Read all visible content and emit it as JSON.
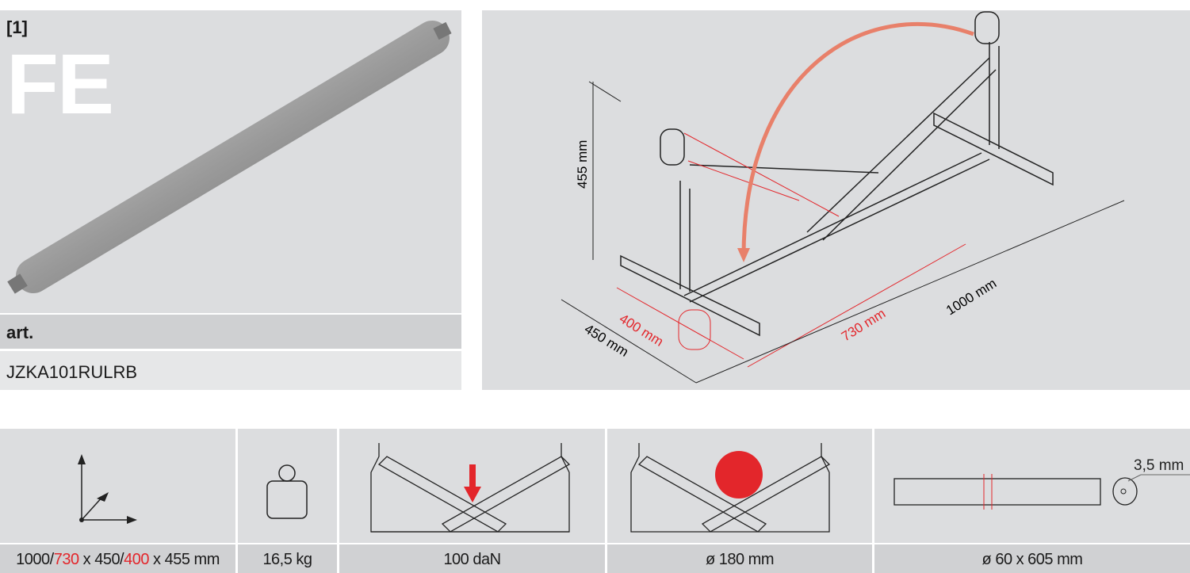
{
  "product": {
    "ref": "[1]",
    "code": "FE",
    "art_label": "art.",
    "art_value": "JZKA101RULRB"
  },
  "drawing": {
    "height": "455 mm",
    "width_outer": "450 mm",
    "width_inner": "400 mm",
    "length_inner": "730 mm",
    "length_outer": "1000 mm"
  },
  "specs": {
    "dimensions": {
      "a": "1000/",
      "b": "730",
      "c": " x 450/",
      "d": "400",
      "e": " x 455 mm"
    },
    "weight": "16,5 kg",
    "load": "100 daN",
    "roller_max": "ø 180 mm",
    "roller": "ø 60 x 605 mm",
    "wall": "3,5 mm"
  },
  "colors": {
    "accent": "#e3262b",
    "arrow": "#e8806a",
    "panel": "#dcdddf"
  }
}
